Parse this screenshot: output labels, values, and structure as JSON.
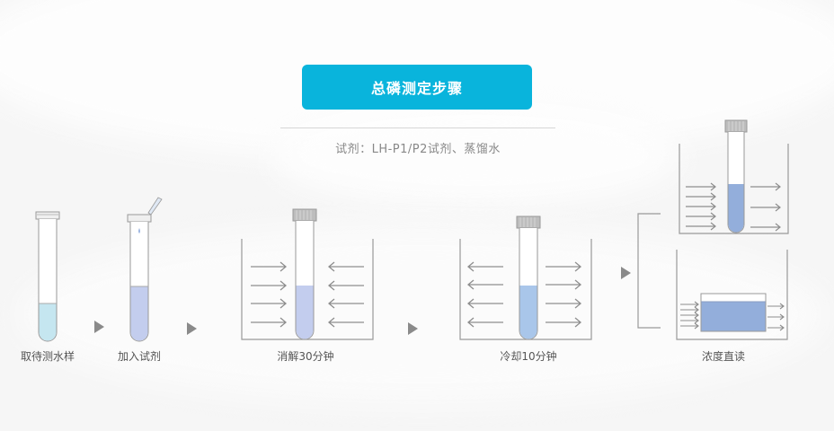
{
  "header": {
    "title": "总磷测定步骤",
    "reagents": "试剂：LH-P1/P2试剂、蒸馏水"
  },
  "colors": {
    "accent": "#09b4dc",
    "sample_liquid": "#c5e6f0",
    "reagent_liquid": "#c3cdee",
    "digest_liquid": "#c3cdee",
    "cool_liquid": "#a9c6ea",
    "read_liquid": "#93aedb",
    "line": "#8e8e8e"
  },
  "steps": [
    {
      "label": "取待测水样",
      "icon": "test-tube-sample"
    },
    {
      "label": "加入试剂",
      "icon": "test-tube-pipette"
    },
    {
      "label": "消解30分钟",
      "icon": "heating-bath"
    },
    {
      "label": "冷却10分钟",
      "icon": "cooling-bath"
    },
    {
      "label": "浓度直读",
      "icon": "photometer-reading"
    }
  ]
}
